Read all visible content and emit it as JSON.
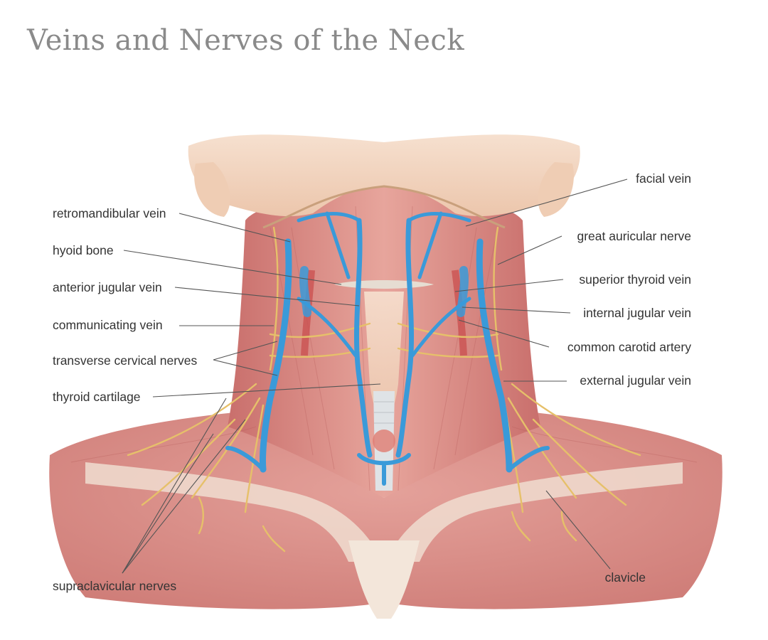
{
  "title": "Veins and Nerves of the Neck",
  "colors": {
    "title": "#8a8a8a",
    "label_text": "#333333",
    "leader_line": "#555555",
    "skin": "#f2d3bf",
    "muscle": "#d98c86",
    "muscle_dark": "#c06a66",
    "vein": "#3a9ad9",
    "nerve": "#e8c26a",
    "cartilage": "#dfe3e6"
  },
  "labels": {
    "left": [
      "retromandibular vein",
      "hyoid bone",
      "anterior jugular vein",
      "communicating vein",
      "transverse cervical nerves",
      "thyroid cartilage",
      "supraclavicular nerves"
    ],
    "right": [
      "facial vein",
      "great auricular nerve",
      "superior thyroid vein",
      "internal jugular vein",
      "common carotid artery",
      "external jugular vein",
      "clavicle"
    ]
  }
}
